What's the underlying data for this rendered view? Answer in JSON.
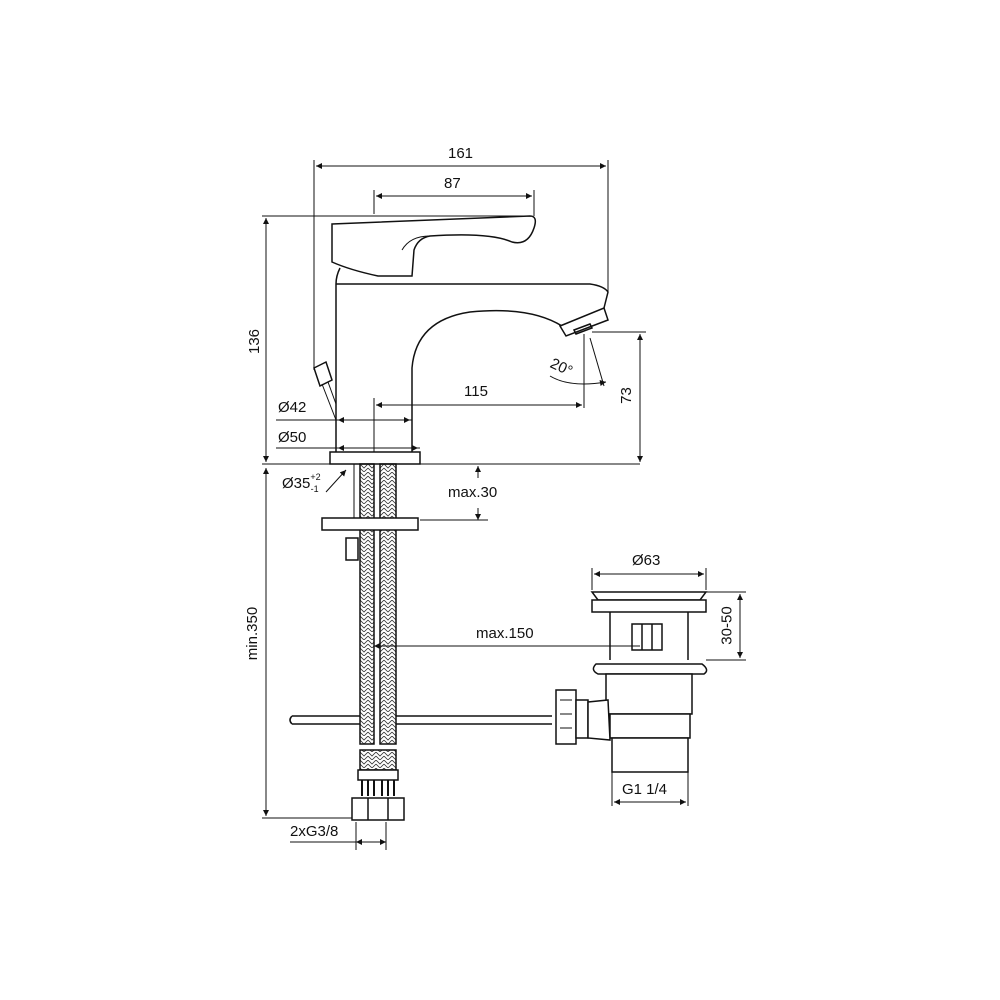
{
  "drawing": {
    "title": "Basin mixer with pop-up waste - technical dimension drawing",
    "units": "mm",
    "stroke_color": "#111111",
    "background": "#ffffff"
  },
  "dimensions": {
    "overall_length": "161",
    "lever_length": "87",
    "overall_height": "136",
    "spout_reach": "115",
    "spout_outlet_height": "73",
    "spout_angle": "20°",
    "body_diameter": "Ø42",
    "base_diameter": "Ø50",
    "hole_diameter": "Ø35",
    "hole_tol_plus": "+2",
    "hole_tol_minus": "-1",
    "max_deck_thickness": "max.30",
    "min_hose_length": "min.350",
    "pull_rod_reach": "max.150",
    "waste_flange_diameter": "Ø63",
    "waste_flange_range": "30-50",
    "waste_thread": "G1 1/4",
    "hose_connections": "2xG3/8"
  }
}
